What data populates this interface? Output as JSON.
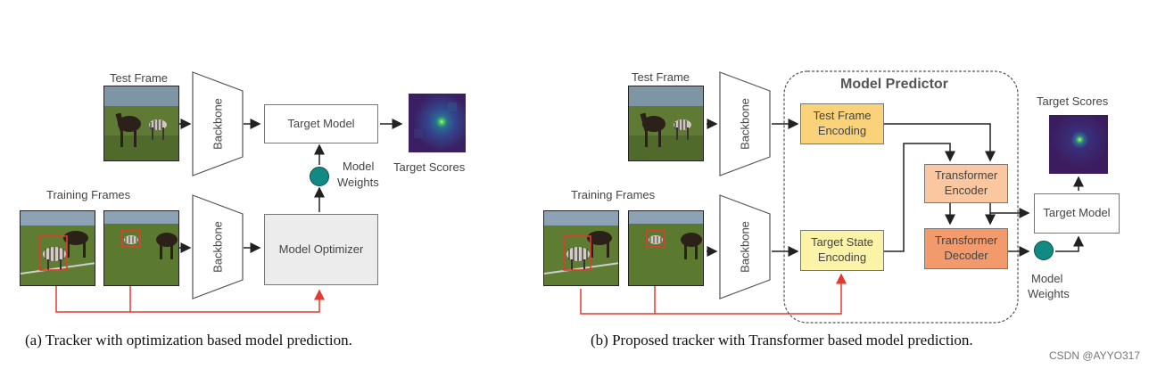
{
  "left_panel": {
    "test_frame_label": "Test Frame",
    "training_frames_label": "Training Frames",
    "backbone_label": "Backbone",
    "target_model_label": "Target Model",
    "model_optimizer_label": "Model Optimizer",
    "model_weights_label_1": "Model",
    "model_weights_label_2": "Weights",
    "target_scores_label": "Target Scores",
    "caption": "(a) Tracker with optimization based model prediction."
  },
  "right_panel": {
    "test_frame_label": "Test Frame",
    "training_frames_label": "Training Frames",
    "backbone_label": "Backbone",
    "model_predictor_label": "Model Predictor",
    "test_frame_encoding_1": "Test Frame",
    "test_frame_encoding_2": "Encoding",
    "target_state_encoding_1": "Target State",
    "target_state_encoding_2": "Encoding",
    "transformer_encoder_1": "Transformer",
    "transformer_encoder_2": "Encoder",
    "transformer_decoder_1": "Transformer",
    "transformer_decoder_2": "Decoder",
    "target_model_label": "Target Model",
    "target_scores_label": "Target Scores",
    "model_weights_label_1": "Model",
    "model_weights_label_2": "Weights",
    "caption": "(b) Proposed tracker with Transformer based model prediction."
  },
  "watermark": "CSDN @AYYO317",
  "colors": {
    "test_frame_encoding": "#f9d27a",
    "target_state_encoding": "#fbf3a8",
    "transformer_encoder": "#fbc7a0",
    "transformer_decoder": "#f39a6c",
    "model_optimizer": "#ececec",
    "weights_circle": "#128a84",
    "red_arrow": "#e23b2e"
  }
}
